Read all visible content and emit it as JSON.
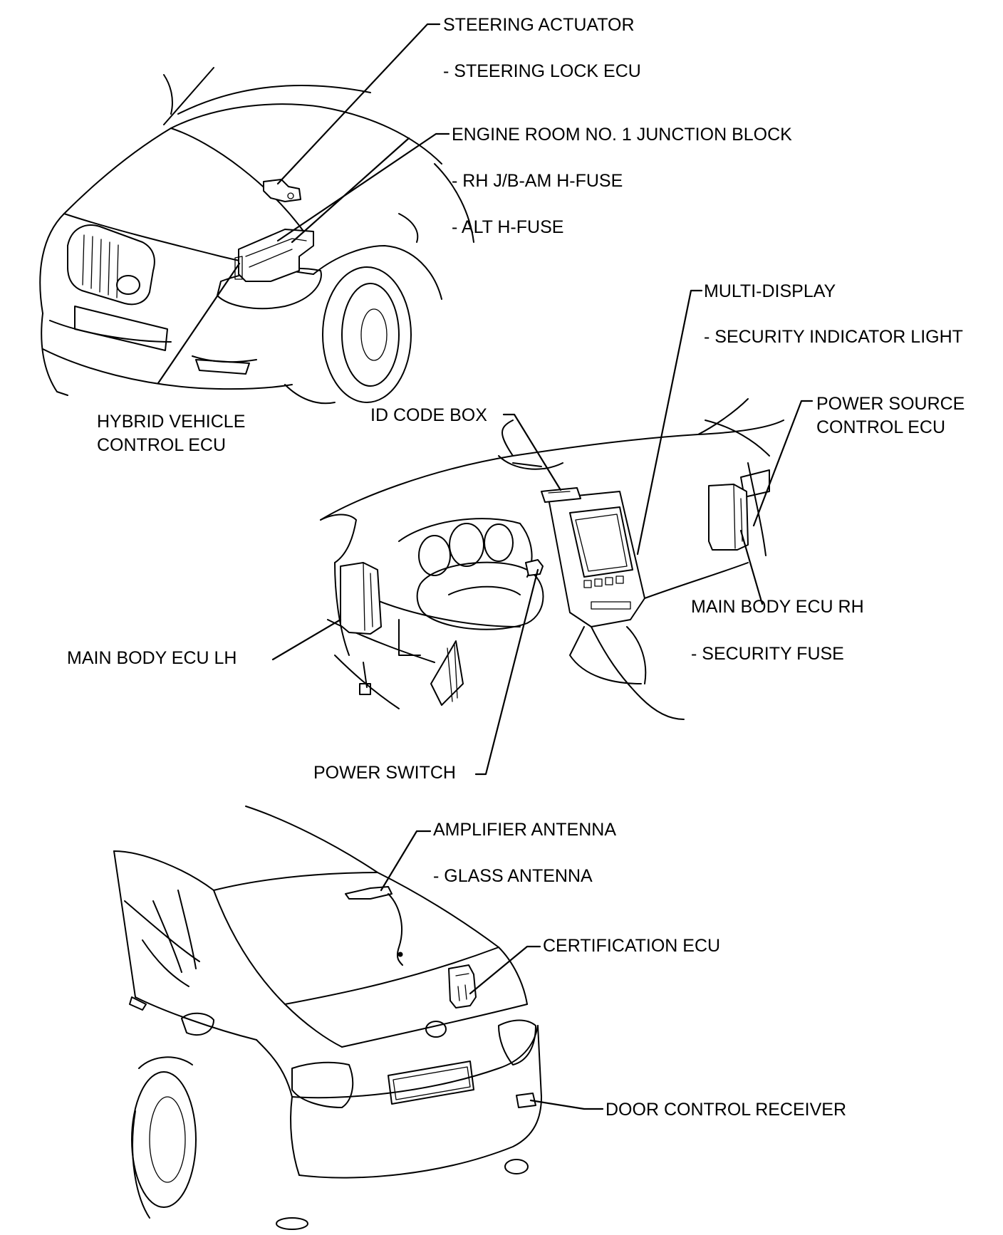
{
  "labels": {
    "steering_actuator": "STEERING ACTUATOR",
    "steering_lock_ecu": "- STEERING LOCK ECU",
    "engine_room_jb": "ENGINE ROOM NO. 1 JUNCTION BLOCK",
    "rh_jb_am_fuse": "- RH J/B-AM H-FUSE",
    "alt_fuse": "- ALT H-FUSE",
    "hybrid_ecu_line1": "HYBRID VEHICLE",
    "hybrid_ecu_line2": "CONTROL ECU",
    "multi_display": "MULTI-DISPLAY",
    "security_indicator": "- SECURITY INDICATOR LIGHT",
    "id_code_box": "ID CODE BOX",
    "power_source_line1": "POWER SOURCE",
    "power_source_line2": "CONTROL ECU",
    "main_body_rh": "MAIN BODY ECU RH",
    "security_fuse": "- SECURITY FUSE",
    "main_body_lh": "MAIN BODY ECU LH",
    "power_switch": "POWER SWITCH",
    "amplifier_antenna": "AMPLIFIER ANTENNA",
    "glass_antenna": "- GLASS ANTENNA",
    "certification_ecu": "CERTIFICATION ECU",
    "door_control_receiver": "DOOR CONTROL RECEIVER"
  }
}
